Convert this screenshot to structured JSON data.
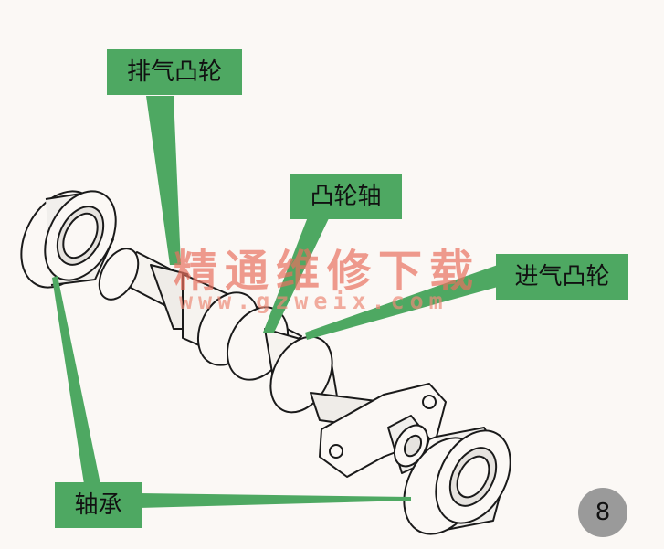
{
  "labels": {
    "exhaust_cam": "排气凸轮",
    "camshaft": "凸轮轴",
    "intake_cam": "进气凸轮",
    "bearing": "轴承"
  },
  "watermark": {
    "text": "精通维修下载",
    "url": "www.gzweix.com"
  },
  "page_number": "8",
  "colors": {
    "label_bg": "#4ea862",
    "watermark": "#e87060",
    "page_badge": "#9a9a9a"
  }
}
